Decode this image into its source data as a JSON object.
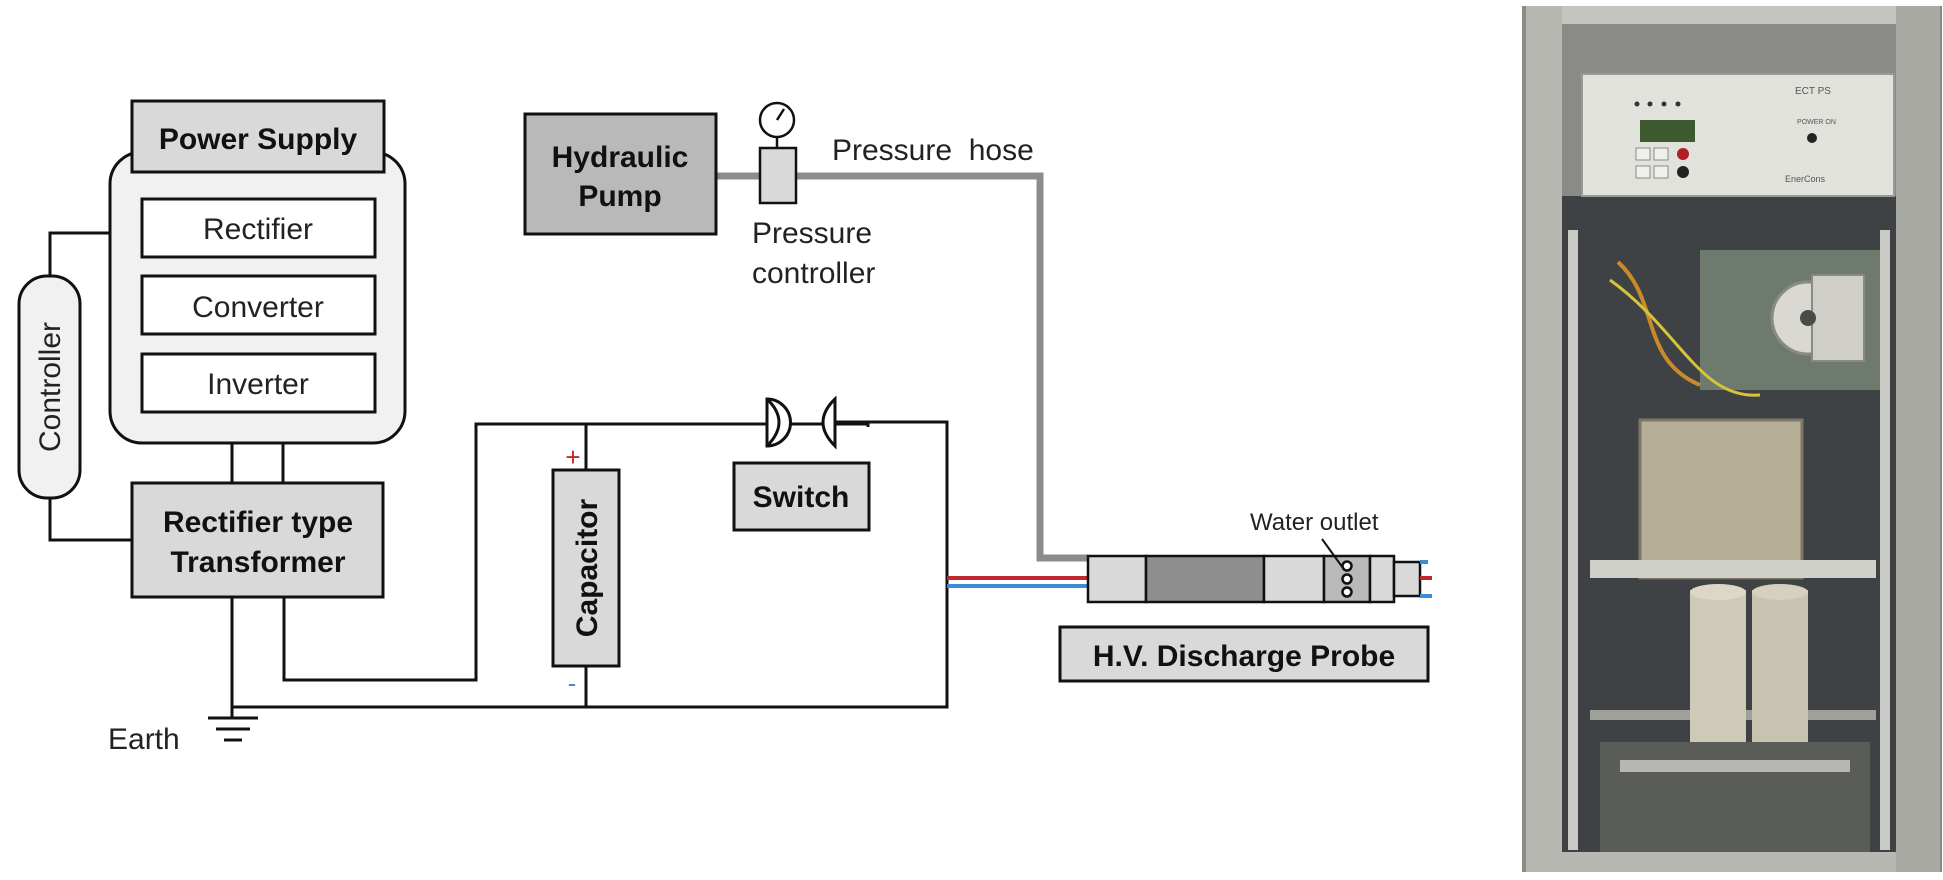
{
  "diagram": {
    "power_supply": {
      "title": "Power Supply",
      "blocks": [
        "Rectifier",
        "Converter",
        "Inverter"
      ]
    },
    "controller": "Controller",
    "transformer": {
      "line1": "Rectifier type",
      "line2": "Transformer"
    },
    "earth": "Earth",
    "capacitor": {
      "label": "Capacitor",
      "plus": "+",
      "minus": "-"
    },
    "switch": "Switch",
    "hydraulic_pump": {
      "line1": "Hydraulic",
      "line2": "Pump"
    },
    "pressure_hose": "Pressure  hose",
    "pressure_controller": {
      "line1": "Pressure",
      "line2": "controller"
    },
    "water_outlet": "Water outlet",
    "probe": "H.V. Discharge Probe",
    "colors": {
      "positive_wire": "#c0282d",
      "negative_wire": "#3b8ed6",
      "hose": "#8c8c8c",
      "block_fill": "#d9d9d9"
    }
  },
  "photo": {
    "panel_brand": "EnerCons",
    "panel_label": "POWER ON",
    "panel_model": "ECT PS"
  }
}
